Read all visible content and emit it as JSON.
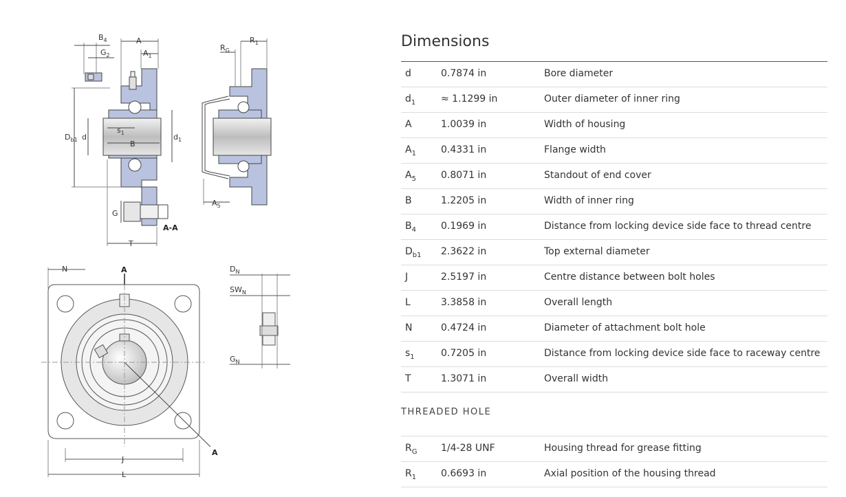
{
  "dimensions": {
    "title": "Dimensions",
    "rows": [
      {
        "sym": "d",
        "sub": "",
        "value": "0.7874 in",
        "desc": "Bore diameter"
      },
      {
        "sym": "d",
        "sub": "1",
        "value": "≈ 1.1299 in",
        "desc": "Outer diameter of inner ring"
      },
      {
        "sym": "A",
        "sub": "",
        "value": "1.0039 in",
        "desc": "Width of housing"
      },
      {
        "sym": "A",
        "sub": "1",
        "value": "0.4331 in",
        "desc": "Flange width"
      },
      {
        "sym": "A",
        "sub": "5",
        "value": "0.8071 in",
        "desc": "Standout of end cover"
      },
      {
        "sym": "B",
        "sub": "",
        "value": "1.2205 in",
        "desc": "Width of inner ring"
      },
      {
        "sym": "B",
        "sub": "4",
        "value": "0.1969 in",
        "desc": "Distance from locking device side face to thread centre"
      },
      {
        "sym": "D",
        "sub": "b1",
        "value": "2.3622 in",
        "desc": "Top external diameter"
      },
      {
        "sym": "J",
        "sub": "",
        "value": "2.5197 in",
        "desc": "Centre distance between bolt holes"
      },
      {
        "sym": "L",
        "sub": "",
        "value": "3.3858 in",
        "desc": "Overall length"
      },
      {
        "sym": "N",
        "sub": "",
        "value": "0.4724 in",
        "desc": "Diameter of attachment bolt hole"
      },
      {
        "sym": "s",
        "sub": "1",
        "value": "0.7205 in",
        "desc": "Distance from locking device side face to raceway centre"
      },
      {
        "sym": "T",
        "sub": "",
        "value": "1.3071 in",
        "desc": "Overall width"
      }
    ]
  },
  "threaded_hole": {
    "title": "THREADED HOLE",
    "rows": [
      {
        "sym": "R",
        "sub": "G",
        "value": "1/4-28 UNF",
        "desc": "Housing thread for grease fitting"
      },
      {
        "sym": "R",
        "sub": "1",
        "value": "0.6693 in",
        "desc": "Axial position of the housing thread"
      }
    ]
  },
  "drawing_labels": {
    "B4": {
      "main": "B",
      "sub": "4"
    },
    "G2": {
      "main": "G",
      "sub": "2"
    },
    "A": "A",
    "A1": {
      "main": "A",
      "sub": "1"
    },
    "RG": {
      "main": "R",
      "sub": "G"
    },
    "R1": {
      "main": "R",
      "sub": "1"
    },
    "Db1": {
      "main": "D",
      "sub": "b1"
    },
    "d": "d",
    "s1": {
      "main": "s",
      "sub": "1"
    },
    "B": "B",
    "d1": {
      "main": "d",
      "sub": "1"
    },
    "G": "G",
    "AA": "A-A",
    "T": "T",
    "A5": {
      "main": "A",
      "sub": "5"
    },
    "N": "N",
    "A_top": "A",
    "A_diag": "A",
    "J": "J",
    "L": "L",
    "DN": {
      "main": "D",
      "sub": "N"
    },
    "SWN": {
      "main": "SW",
      "sub": "N"
    },
    "GN": {
      "main": "G",
      "sub": "N"
    }
  },
  "colors": {
    "housing_fill": "#b9c3df",
    "shaft_fill": "#d8d8d8",
    "line": "#444444"
  }
}
